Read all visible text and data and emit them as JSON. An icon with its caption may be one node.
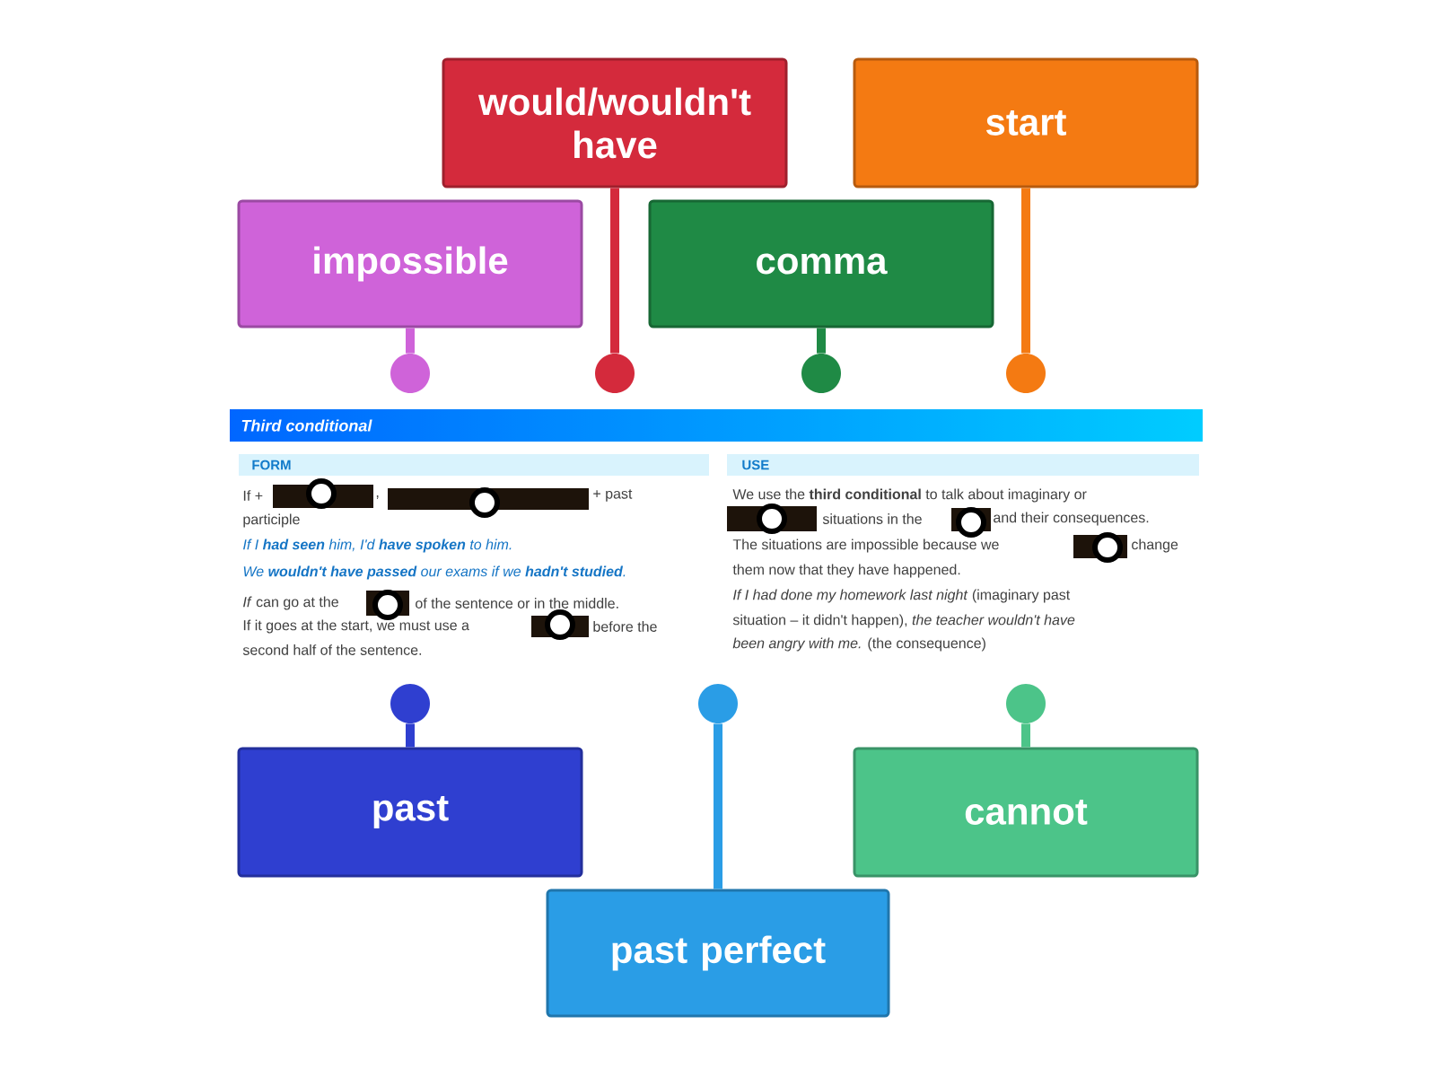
{
  "diagram": {
    "nodes": [
      {
        "text": [
          "would/wouldn't have"
        ]
      },
      {
        "text": [
          "start"
        ]
      },
      {
        "text": [
          "impossible"
        ]
      },
      {
        "text": [
          "comma"
        ]
      },
      {
        "text": [],
        "shape": "circle"
      },
      {
        "text": [],
        "shape": "circle"
      },
      {
        "text": [],
        "shape": "circle"
      },
      {
        "text": [],
        "shape": "circle"
      },
      {
        "text": [],
        "shape": "circle"
      },
      {
        "text": [],
        "shape": "circle"
      },
      {
        "text": [],
        "shape": "circle"
      },
      {
        "text": [
          "past"
        ]
      },
      {
        "text": [
          "past perfect"
        ]
      },
      {
        "text": [
          "cannot"
        ]
      }
    ],
    "edges": [
      {
        "from": 2,
        "to": 4,
        "arrow": "none",
        "color": "#cf63d9"
      },
      {
        "from": 0,
        "to": 5,
        "arrow": "none",
        "color": "#d42a3c"
      },
      {
        "from": 3,
        "to": 6,
        "arrow": "none",
        "color": "#1f8a45"
      },
      {
        "from": 1,
        "to": 7,
        "arrow": "none",
        "color": "#f47a12"
      },
      {
        "from": 11,
        "to": 8,
        "arrow": "none",
        "color": "#2f3fd0"
      },
      {
        "from": 12,
        "to": 9,
        "arrow": "none",
        "color": "#2a9de6"
      },
      {
        "from": 13,
        "to": 10,
        "arrow": "none",
        "color": "#4cc489"
      }
    ],
    "labels": [
      "Third conditional",
      "FORM",
      "If +",
      ",",
      "+ past",
      "participle",
      "If I **had seen** him, I'd **have spoken** to him.",
      "We **wouldn't have passed** our exams if we **hadn't studied**.",
      "*If* can go at the",
      "of the sentence or in the middle.",
      "If it goes at the start, we must use a",
      "before the",
      "second half of the sentence.",
      "USE",
      "We use the **third conditional** to talk about imaginary or",
      "situations in the",
      "and their consequences.",
      "The situations are impossible because we",
      "change",
      "them now that they have happened.",
      "*If I had done my homework last night* (imaginary past",
      "situation – it didn't happen), *the teacher wouldn't have*",
      "*been angry with me.* (the consequence)"
    ]
  }
}
